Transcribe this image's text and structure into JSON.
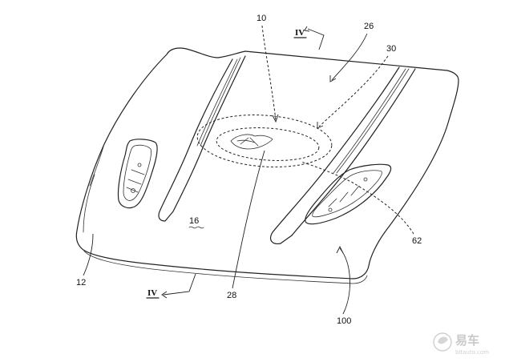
{
  "figure": {
    "reference_numerals": {
      "assembly": "10",
      "hood": "12",
      "surface": "16",
      "emblem": "26",
      "zone": "30",
      "logo": "28",
      "vent": "62",
      "edge": "100"
    },
    "section_marks": {
      "top": "IV",
      "bottom": "IV"
    }
  },
  "watermark": {
    "brand": "易车",
    "site": "bitauto.com"
  }
}
